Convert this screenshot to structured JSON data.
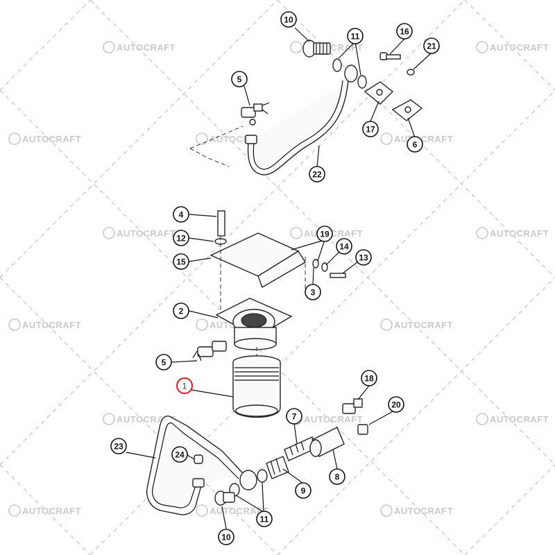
{
  "watermark": {
    "text": "AUTOCRAFT",
    "letter": "C"
  },
  "callouts": [
    {
      "id": "c10a",
      "label": "10"
    },
    {
      "id": "c11a",
      "label": "11"
    },
    {
      "id": "c16",
      "label": "16"
    },
    {
      "id": "c21",
      "label": "21"
    },
    {
      "id": "c5a",
      "label": "5"
    },
    {
      "id": "c17",
      "label": "17"
    },
    {
      "id": "c6",
      "label": "6"
    },
    {
      "id": "c22",
      "label": "22"
    },
    {
      "id": "c4",
      "label": "4"
    },
    {
      "id": "c12",
      "label": "12"
    },
    {
      "id": "c15",
      "label": "15"
    },
    {
      "id": "c19",
      "label": "19"
    },
    {
      "id": "c14",
      "label": "14"
    },
    {
      "id": "c13",
      "label": "13"
    },
    {
      "id": "c3",
      "label": "3"
    },
    {
      "id": "c2",
      "label": "2"
    },
    {
      "id": "c5b",
      "label": "5"
    },
    {
      "id": "c1",
      "label": "1"
    },
    {
      "id": "c18",
      "label": "18"
    },
    {
      "id": "c20",
      "label": "20"
    },
    {
      "id": "c7",
      "label": "7"
    },
    {
      "id": "c23",
      "label": "23"
    },
    {
      "id": "c24",
      "label": "24"
    },
    {
      "id": "c8",
      "label": "8"
    },
    {
      "id": "c9",
      "label": "9"
    },
    {
      "id": "c11b",
      "label": "11"
    },
    {
      "id": "c10b",
      "label": "10"
    }
  ]
}
